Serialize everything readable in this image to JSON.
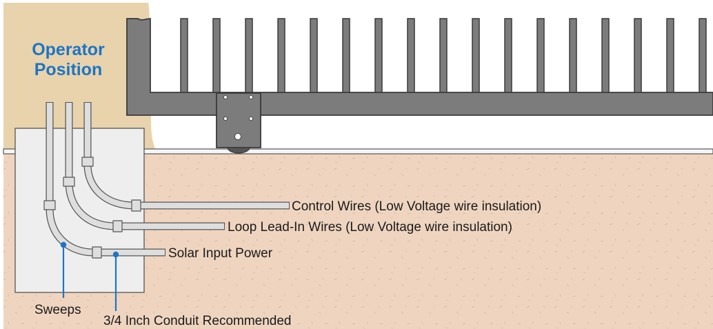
{
  "operator_position": {
    "line1": "Operator",
    "line2": "Position"
  },
  "labels": {
    "control_wires": "Control Wires (Low Voltage wire insulation)",
    "loop_lead_in": "Loop Lead-In Wires (Low Voltage wire insulation)",
    "solar_input": "Solar Input Power",
    "sweeps": "Sweeps",
    "conduit": "3/4 Inch Conduit Recommended"
  },
  "colors": {
    "ground": "#efd5c0",
    "operator_pad": "#e8d3ac",
    "gate": "#7c7c7c",
    "gate_outline": "#3a3a3a",
    "concrete_pad": "#eeeeee",
    "conduit": "#dedede",
    "title_blue": "#1e74c4",
    "callout_blue": "#1e74c4"
  }
}
